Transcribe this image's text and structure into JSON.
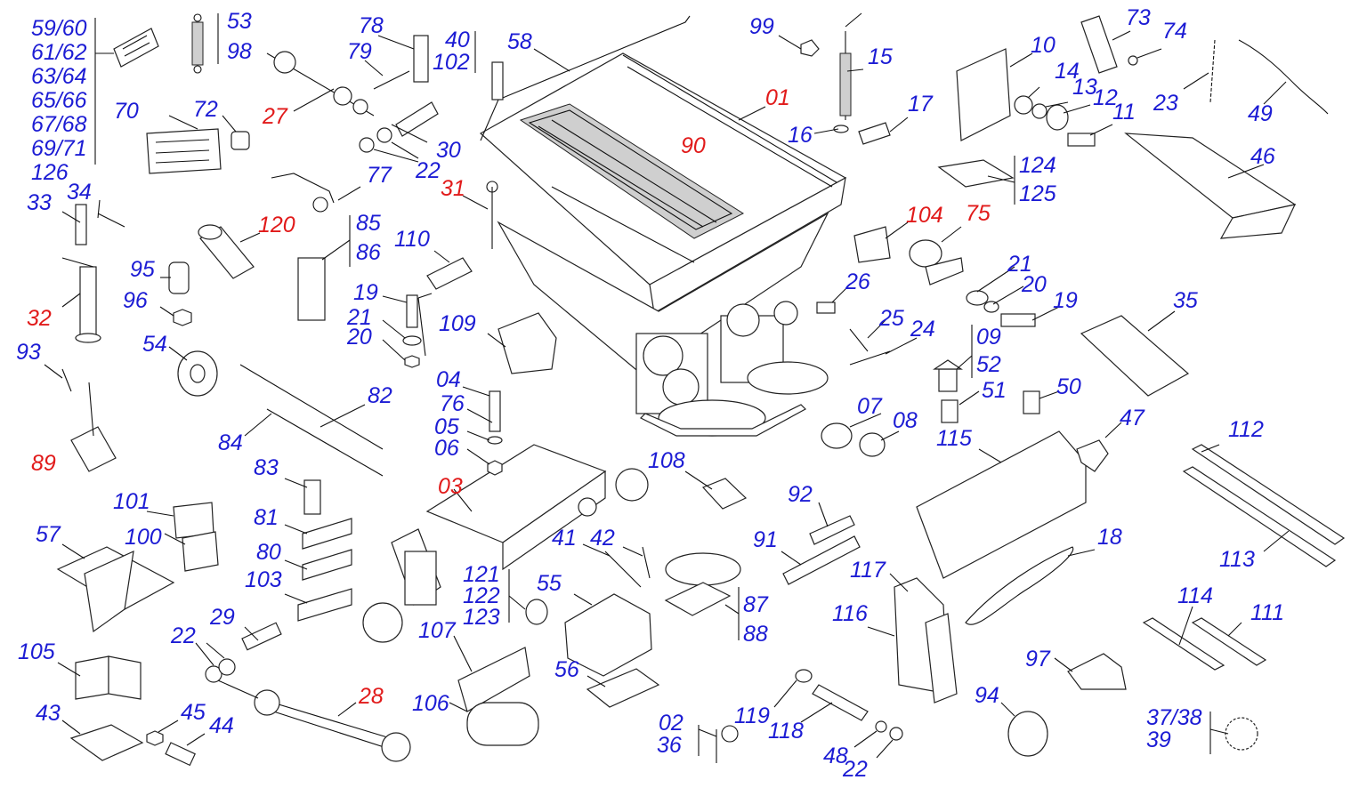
{
  "colors": {
    "blue": "#1c1cd4",
    "red": "#e11a1a",
    "line": "#111111"
  },
  "labels": [
    {
      "id": "l1",
      "text": "59/60",
      "c": "blue"
    },
    {
      "id": "l2",
      "text": "61/62",
      "c": "blue"
    },
    {
      "id": "l3",
      "text": "63/64",
      "c": "blue"
    },
    {
      "id": "l4",
      "text": "65/66",
      "c": "blue"
    },
    {
      "id": "l5",
      "text": "67/68",
      "c": "blue"
    },
    {
      "id": "l6",
      "text": "69/71",
      "c": "blue"
    },
    {
      "id": "l7",
      "text": "126",
      "c": "blue"
    },
    {
      "id": "l8",
      "text": "53",
      "c": "blue"
    },
    {
      "id": "l9",
      "text": "98",
      "c": "blue"
    },
    {
      "id": "l10",
      "text": "78",
      "c": "blue"
    },
    {
      "id": "l11",
      "text": "79",
      "c": "blue"
    },
    {
      "id": "l12",
      "text": "27",
      "c": "red"
    },
    {
      "id": "l13",
      "text": "40",
      "c": "blue"
    },
    {
      "id": "l14",
      "text": "102",
      "c": "blue"
    },
    {
      "id": "l15",
      "text": "58",
      "c": "blue"
    },
    {
      "id": "l16",
      "text": "30",
      "c": "blue"
    },
    {
      "id": "l17",
      "text": "22",
      "c": "blue"
    },
    {
      "id": "l18",
      "text": "77",
      "c": "blue"
    },
    {
      "id": "l19",
      "text": "70",
      "c": "blue"
    },
    {
      "id": "l20",
      "text": "72",
      "c": "blue"
    },
    {
      "id": "l21",
      "text": "99",
      "c": "blue"
    },
    {
      "id": "l22",
      "text": "15",
      "c": "blue"
    },
    {
      "id": "l23",
      "text": "01",
      "c": "red"
    },
    {
      "id": "l24",
      "text": "16",
      "c": "blue"
    },
    {
      "id": "l25",
      "text": "17",
      "c": "blue"
    },
    {
      "id": "l26",
      "text": "90",
      "c": "red"
    },
    {
      "id": "l27",
      "text": "73",
      "c": "blue"
    },
    {
      "id": "l28",
      "text": "74",
      "c": "blue"
    },
    {
      "id": "l29",
      "text": "10",
      "c": "blue"
    },
    {
      "id": "l30",
      "text": "14",
      "c": "blue"
    },
    {
      "id": "l31",
      "text": "13",
      "c": "blue"
    },
    {
      "id": "l32",
      "text": "12",
      "c": "blue"
    },
    {
      "id": "l33",
      "text": "11",
      "c": "blue"
    },
    {
      "id": "l34",
      "text": "23",
      "c": "blue"
    },
    {
      "id": "l35",
      "text": "49",
      "c": "blue"
    },
    {
      "id": "l36",
      "text": "46",
      "c": "blue"
    },
    {
      "id": "l37",
      "text": "124",
      "c": "blue"
    },
    {
      "id": "l38",
      "text": "125",
      "c": "blue"
    },
    {
      "id": "l39",
      "text": "33",
      "c": "blue"
    },
    {
      "id": "l40",
      "text": "34",
      "c": "blue"
    },
    {
      "id": "l41",
      "text": "120",
      "c": "red"
    },
    {
      "id": "l42",
      "text": "85",
      "c": "blue"
    },
    {
      "id": "l43",
      "text": "86",
      "c": "blue"
    },
    {
      "id": "l44",
      "text": "31",
      "c": "red"
    },
    {
      "id": "l45",
      "text": "110",
      "c": "blue"
    },
    {
      "id": "l46",
      "text": "104",
      "c": "red"
    },
    {
      "id": "l47",
      "text": "75",
      "c": "red"
    },
    {
      "id": "l48",
      "text": "95",
      "c": "blue"
    },
    {
      "id": "l49",
      "text": "96",
      "c": "blue"
    },
    {
      "id": "l50",
      "text": "32",
      "c": "red"
    },
    {
      "id": "l51",
      "text": "19",
      "c": "blue"
    },
    {
      "id": "l52",
      "text": "21",
      "c": "blue"
    },
    {
      "id": "l53",
      "text": "20",
      "c": "blue"
    },
    {
      "id": "l54",
      "text": "109",
      "c": "blue"
    },
    {
      "id": "l55",
      "text": "26",
      "c": "blue"
    },
    {
      "id": "l56",
      "text": "21",
      "c": "blue"
    },
    {
      "id": "l57",
      "text": "20",
      "c": "blue"
    },
    {
      "id": "l58",
      "text": "19",
      "c": "blue"
    },
    {
      "id": "l59",
      "text": "35",
      "c": "blue"
    },
    {
      "id": "l60",
      "text": "93",
      "c": "blue"
    },
    {
      "id": "l61",
      "text": "54",
      "c": "blue"
    },
    {
      "id": "l62",
      "text": "25",
      "c": "blue"
    },
    {
      "id": "l63",
      "text": "24",
      "c": "blue"
    },
    {
      "id": "l64",
      "text": "09",
      "c": "blue"
    },
    {
      "id": "l65",
      "text": "52",
      "c": "blue"
    },
    {
      "id": "l66",
      "text": "82",
      "c": "blue"
    },
    {
      "id": "l67",
      "text": "04",
      "c": "blue"
    },
    {
      "id": "l68",
      "text": "76",
      "c": "blue"
    },
    {
      "id": "l69",
      "text": "05",
      "c": "blue"
    },
    {
      "id": "l70",
      "text": "06",
      "c": "blue"
    },
    {
      "id": "l71",
      "text": "51",
      "c": "blue"
    },
    {
      "id": "l72",
      "text": "50",
      "c": "blue"
    },
    {
      "id": "l73",
      "text": "07",
      "c": "blue"
    },
    {
      "id": "l74",
      "text": "08",
      "c": "blue"
    },
    {
      "id": "l75",
      "text": "84",
      "c": "blue"
    },
    {
      "id": "l76",
      "text": "89",
      "c": "red"
    },
    {
      "id": "l77",
      "text": "115",
      "c": "blue"
    },
    {
      "id": "l78",
      "text": "47",
      "c": "blue"
    },
    {
      "id": "l79",
      "text": "112",
      "c": "blue"
    },
    {
      "id": "l80",
      "text": "108",
      "c": "blue"
    },
    {
      "id": "l81",
      "text": "83",
      "c": "blue"
    },
    {
      "id": "l82",
      "text": "03",
      "c": "red"
    },
    {
      "id": "l83",
      "text": "101",
      "c": "blue"
    },
    {
      "id": "l84",
      "text": "92",
      "c": "blue"
    },
    {
      "id": "l85",
      "text": "57",
      "c": "blue"
    },
    {
      "id": "l86",
      "text": "100",
      "c": "blue"
    },
    {
      "id": "l87",
      "text": "81",
      "c": "blue"
    },
    {
      "id": "l88",
      "text": "41",
      "c": "blue"
    },
    {
      "id": "l89",
      "text": "42",
      "c": "blue"
    },
    {
      "id": "l90",
      "text": "91",
      "c": "blue"
    },
    {
      "id": "l91",
      "text": "18",
      "c": "blue"
    },
    {
      "id": "l92",
      "text": "80",
      "c": "blue"
    },
    {
      "id": "l93",
      "text": "113",
      "c": "blue"
    },
    {
      "id": "l94",
      "text": "121",
      "c": "blue"
    },
    {
      "id": "l95",
      "text": "122",
      "c": "blue"
    },
    {
      "id": "l96",
      "text": "123",
      "c": "blue"
    },
    {
      "id": "l97",
      "text": "55",
      "c": "blue"
    },
    {
      "id": "l98",
      "text": "117",
      "c": "blue"
    },
    {
      "id": "l99",
      "text": "103",
      "c": "blue"
    },
    {
      "id": "l100",
      "text": "87",
      "c": "blue"
    },
    {
      "id": "l101",
      "text": "88",
      "c": "blue"
    },
    {
      "id": "l102",
      "text": "116",
      "c": "blue"
    },
    {
      "id": "l103",
      "text": "114",
      "c": "blue"
    },
    {
      "id": "l104",
      "text": "111",
      "c": "blue"
    },
    {
      "id": "l105",
      "text": "29",
      "c": "blue"
    },
    {
      "id": "l106",
      "text": "107",
      "c": "blue"
    },
    {
      "id": "l107",
      "text": "22",
      "c": "blue"
    },
    {
      "id": "l108",
      "text": "105",
      "c": "blue"
    },
    {
      "id": "l109",
      "text": "97",
      "c": "blue"
    },
    {
      "id": "l110",
      "text": "56",
      "c": "blue"
    },
    {
      "id": "l111",
      "text": "28",
      "c": "red"
    },
    {
      "id": "l112",
      "text": "94",
      "c": "blue"
    },
    {
      "id": "l113",
      "text": "106",
      "c": "blue"
    },
    {
      "id": "l114",
      "text": "43",
      "c": "blue"
    },
    {
      "id": "l115",
      "text": "45",
      "c": "blue"
    },
    {
      "id": "l116",
      "text": "44",
      "c": "blue"
    },
    {
      "id": "l117",
      "text": "02",
      "c": "blue"
    },
    {
      "id": "l118",
      "text": "36",
      "c": "blue"
    },
    {
      "id": "l119",
      "text": "119",
      "c": "blue"
    },
    {
      "id": "l120",
      "text": "118",
      "c": "blue"
    },
    {
      "id": "l121",
      "text": "37/38",
      "c": "blue"
    },
    {
      "id": "l122",
      "text": "39",
      "c": "blue"
    },
    {
      "id": "l123",
      "text": "48",
      "c": "blue"
    },
    {
      "id": "l124",
      "text": "22",
      "c": "blue"
    }
  ]
}
